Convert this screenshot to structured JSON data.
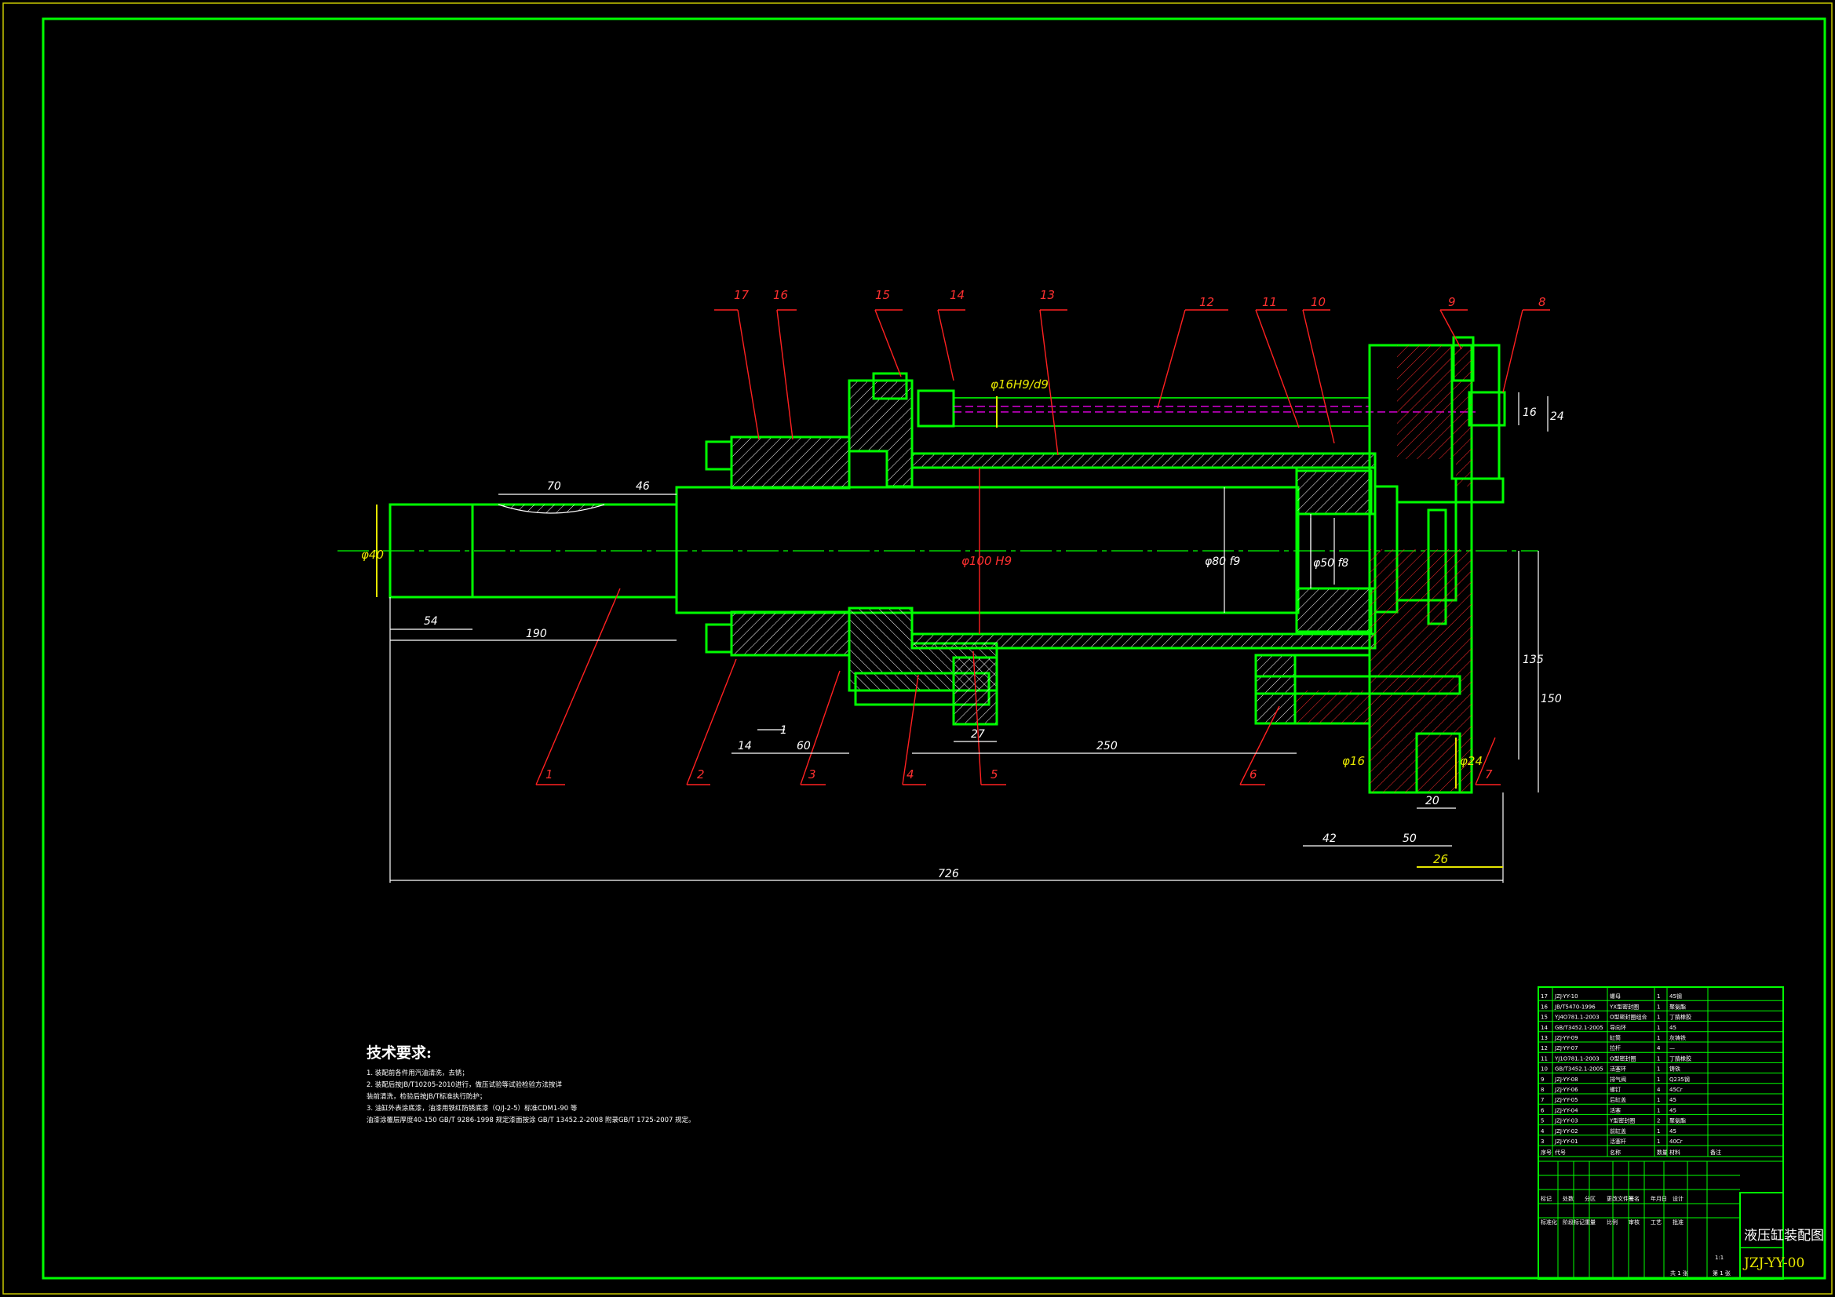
{
  "title": "液压缸装配图",
  "drawing_number": "JZJ-YY-00",
  "balloons": [
    "1",
    "2",
    "3",
    "4",
    "5",
    "6",
    "7",
    "8",
    "9",
    "10",
    "11",
    "12",
    "13",
    "14",
    "15",
    "16",
    "17"
  ],
  "dimensions": {
    "d70": "70",
    "d46": "46",
    "d54": "54",
    "d190": "190",
    "d726": "726",
    "d14": "14",
    "d1": "1",
    "d60": "60",
    "d27": "27",
    "d250": "250",
    "d42": "42",
    "d50": "50",
    "d20": "20",
    "d26": "26",
    "d16": "16",
    "d24": "24",
    "d135": "135",
    "d150": "150",
    "phi40": "φ40",
    "phi80": "φ80 f9",
    "phi100": "φ100 H9",
    "phi50": "φ50 f8",
    "phi16": "φ16H9/d9",
    "phi24": "φ24",
    "phi16b": "φ16"
  },
  "tech_requirements": {
    "title": "技术要求:",
    "lines": [
      "1.  装配前各件用汽油清洗，去锈；",
      "2.  装配后按JB/T10205-2010进行，做压试验等试验检验方法按详",
      "    装前清洗，检验后按JB/T标准执行防护；",
      "3.  油缸外表涂底漆，油漆用铁红防锈底漆（Q/J-2-5）标准CDM1-90 等",
      "    油漆涂覆层厚度40-150 GB/T 9286-1998 规定漆面按涂 GB/T 13452.2-2008 附录GB/T 1725-2007 规定。"
    ]
  },
  "bom": {
    "rows": [
      [
        "17",
        "JZJ-YY-10",
        "螺母",
        "1",
        "45钢"
      ],
      [
        "16",
        "JB/T5470-1996",
        "YX型密封圈",
        "1",
        "聚氨酯"
      ],
      [
        "15",
        "YJ4O781.1-2003",
        "O型密封圈组合",
        "1",
        "丁腈橡胶"
      ],
      [
        "14",
        "GB/T3452.1-2005",
        "导向环",
        "1",
        "45"
      ],
      [
        "13",
        "JZJ-YY-09",
        "缸筒",
        "1",
        "灰铸铁"
      ],
      [
        "12",
        "JZJ-YY-07",
        "拉杆",
        "4",
        "—"
      ],
      [
        "11",
        "YJ1O781.1-2003",
        "O型密封圈",
        "1",
        "丁腈橡胶"
      ],
      [
        "10",
        "GB/T3452.1-2005",
        "活塞环",
        "1",
        "铸铁"
      ],
      [
        "9",
        "JZJ-YY-08",
        "排气阀",
        "1",
        "Q235钢"
      ],
      [
        "8",
        "JZJ-YY-06",
        "螺钉",
        "4",
        "45Cr"
      ],
      [
        "7",
        "JZJ-YY-05",
        "后缸盖",
        "1",
        "45"
      ],
      [
        "6",
        "JZJ-YY-04",
        "活塞",
        "1",
        "45"
      ],
      [
        "5",
        "JZJ-YY-03",
        "Y型密封圈",
        "2",
        "聚氨酯"
      ],
      [
        "4",
        "JZJ-YY-02",
        "前缸盖",
        "1",
        "45"
      ],
      [
        "3",
        "JZJ-YY-01",
        "活塞杆",
        "1",
        "40Cr"
      ]
    ],
    "header": [
      "序号",
      "代号",
      "名称",
      "数量",
      "材料",
      "备注"
    ]
  },
  "title_block": {
    "labels": [
      "标记",
      "处数",
      "分区",
      "更改文件号",
      "签名",
      "年月日",
      "设计",
      "标准化",
      "阶段标记",
      "重量",
      "比例",
      "审核",
      "工艺",
      "批准",
      "共 1 张",
      "第 1 张"
    ],
    "scale": "1:1"
  }
}
